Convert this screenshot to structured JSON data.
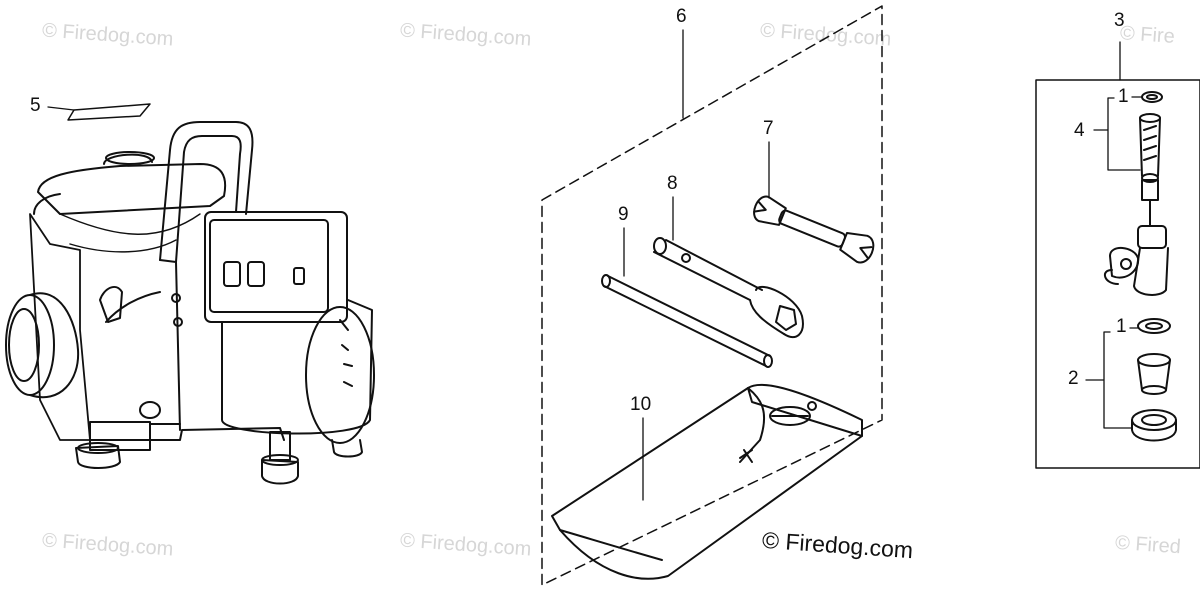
{
  "watermark": {
    "text": "© Firedog.com",
    "text_clipped": "© Fired",
    "text_clipped_2": "© Fire"
  },
  "credit": "© Firedog.com",
  "callouts": {
    "c1a": "1",
    "c1b": "1",
    "c2": "2",
    "c3": "3",
    "c4": "4",
    "c5": "5",
    "c6": "6",
    "c7": "7",
    "c8": "8",
    "c9": "9",
    "c10": "10"
  }
}
